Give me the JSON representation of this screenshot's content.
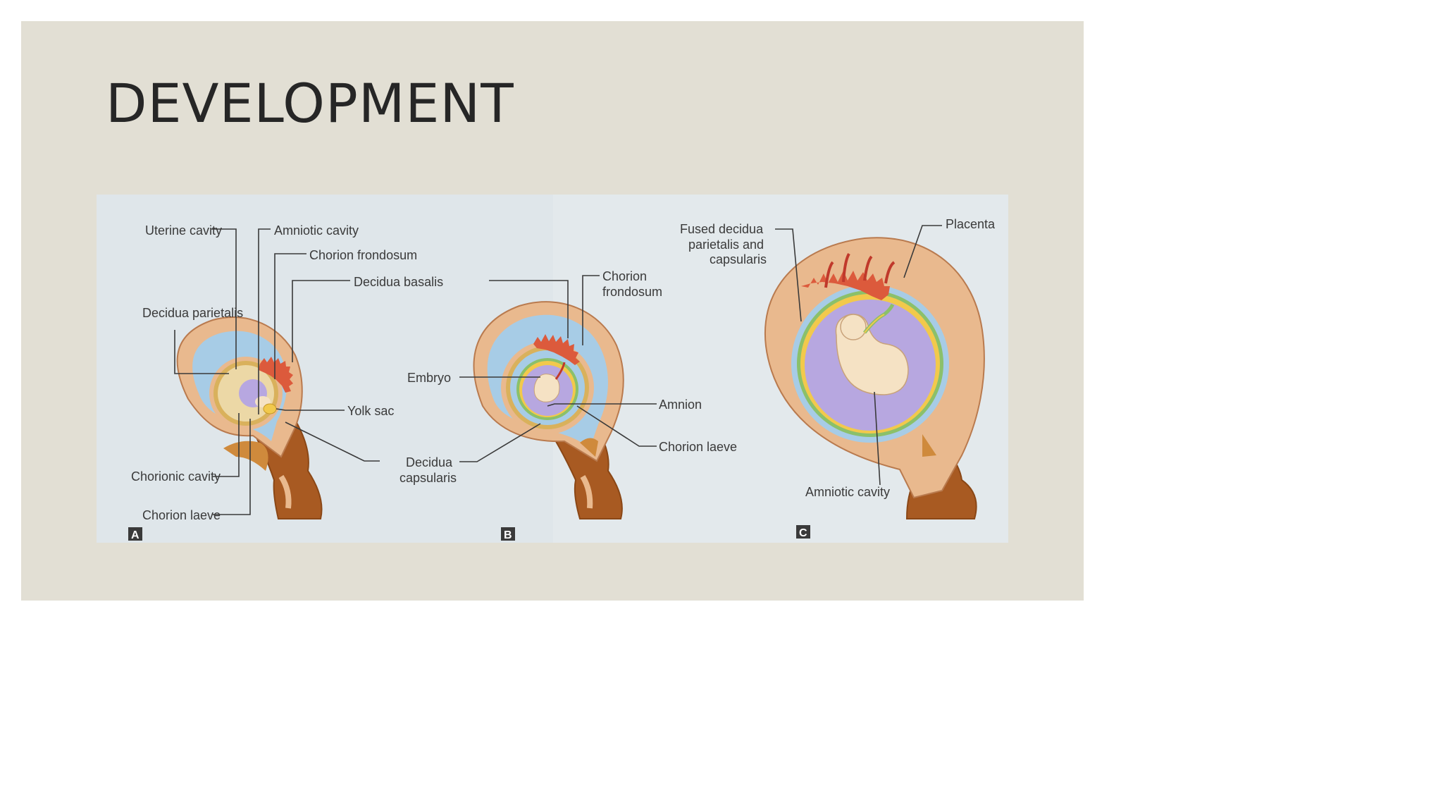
{
  "title": "DEVELOPMENT",
  "panels": {
    "a": {
      "letter": "A",
      "labels": {
        "uterine_cavity": "Uterine cavity",
        "amniotic_cavity": "Amniotic cavity",
        "chorion_frondosum": "Chorion frondosum",
        "decidua_basalis": "Decidua basalis",
        "decidua_parietalis": "Decidua parietalis",
        "yolk_sac": "Yolk sac",
        "chorionic_cavity": "Chorionic cavity",
        "chorion_laeve": "Chorion laeve"
      }
    },
    "b": {
      "letter": "B",
      "labels": {
        "chorion_frondosum_l1": "Chorion",
        "chorion_frondosum_l2": "frondosum",
        "embryo": "Embryo",
        "decidua_capsularis_l1": "Decidua",
        "decidua_capsularis_l2": "capsularis",
        "amnion": "Amnion",
        "chorion_laeve": "Chorion laeve"
      }
    },
    "c": {
      "letter": "C",
      "labels": {
        "fused_decidua_l1": "Fused decidua",
        "fused_decidua_l2": "parietalis and",
        "fused_decidua_l3": "capsularis",
        "placenta": "Placenta",
        "amniotic_cavity": "Amniotic cavity"
      }
    }
  },
  "colors": {
    "slide_background": "#e2dfd4",
    "figure_background": "#dfe6ea",
    "decidua": "#e9b98e",
    "decidua_outline": "#b97a4e",
    "uterine_cavity": "#a7cce6",
    "chorion_layer": "#d9b15c",
    "amniotic_fluid": "#b7a7e0",
    "villi": "#dc5a3c",
    "embryo": "#f5e2c4",
    "cervix": "#b5651d"
  }
}
